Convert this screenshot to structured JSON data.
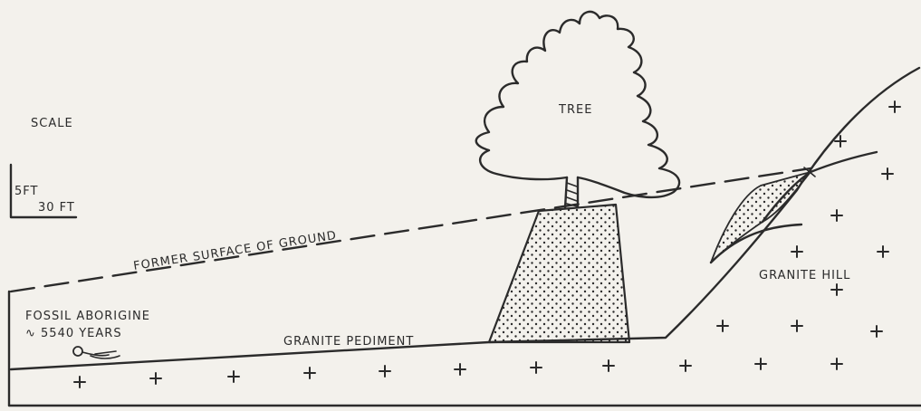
{
  "labels": {
    "scale": "SCALE",
    "scale_vertical": "5FT",
    "scale_horizontal": "30 FT",
    "tree": "TREE",
    "former_surface": "FORMER SURFACE OF GROUND",
    "granite_hill": "GRANITE HILL",
    "fossil_line1": "FOSSIL ABORIGINE",
    "fossil_line2": "∿ 5540 YEARS",
    "granite_pediment": "GRANITE PEDIMENT"
  },
  "colors": {
    "ink": "#2b2b2b",
    "paper": "#f3f1ec"
  }
}
